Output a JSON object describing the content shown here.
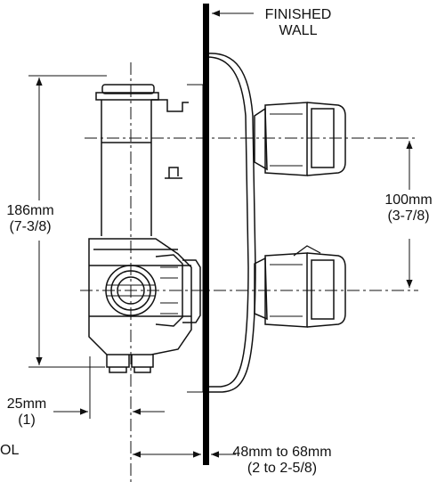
{
  "labels": {
    "finished_wall_line1": "FINISHED",
    "finished_wall_line2": "WALL",
    "height_mm": "186mm",
    "height_in": "(7-3/8)",
    "spacing_mm": "100mm",
    "spacing_in": "(3-7/8)",
    "offset_mm": "25mm",
    "offset_in": "(1)",
    "partial_label": "OL",
    "depth_range_mm": "48mm to 68mm",
    "depth_range_in": "(2 to 2-5/8)"
  },
  "colors": {
    "stroke": "#111111",
    "wall": "#000000",
    "background": "#ffffff"
  }
}
